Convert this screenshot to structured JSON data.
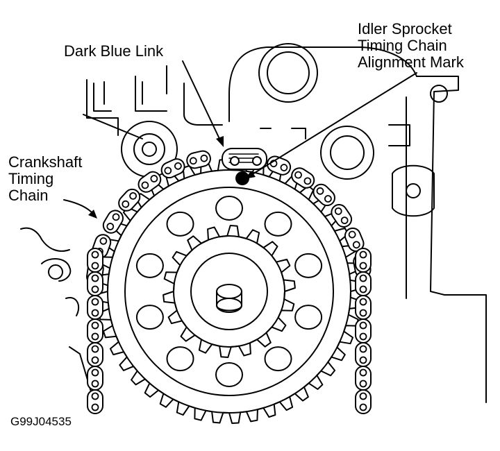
{
  "labels": {
    "dark_blue_link": "Dark Blue Link",
    "idler_line1": "Idler Sprocket",
    "idler_line2": "Timing Chain",
    "idler_line3": "Alignment Mark",
    "crank_line1": "Crankshaft",
    "crank_line2": "Timing",
    "crank_line3": "Chain"
  },
  "figure_id": "G99J04535",
  "colors": {
    "ink": "#000000",
    "paper": "#ffffff"
  }
}
